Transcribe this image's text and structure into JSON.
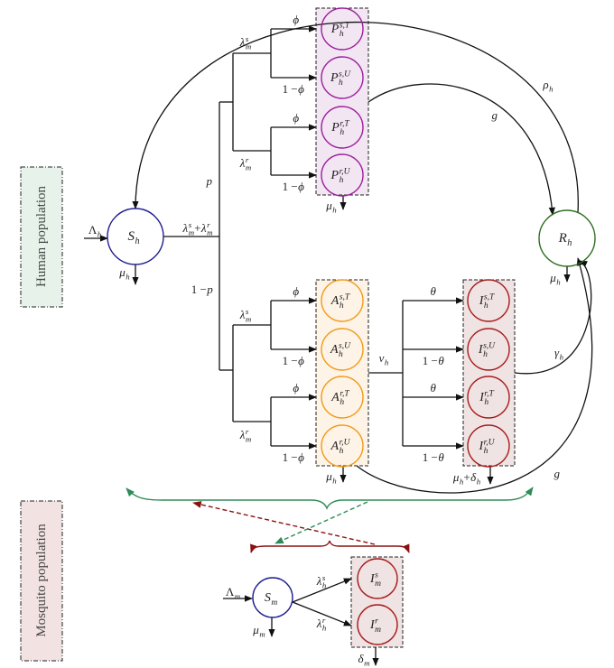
{
  "population_labels": {
    "human": "Human population",
    "mosquito": "Mosquito population"
  },
  "colors": {
    "susceptible": "#1f1f8f",
    "protected": "#9c1f9c",
    "asymptomatic": "#f29a1a",
    "infected": "#a51d1d",
    "recovered": "#2c6e1e",
    "green_link": "#2e8b57",
    "red_link": "#8b1010",
    "human_box_fill": "#e6f2ea",
    "mosquito_box_fill": "#f2e2e2",
    "protected_fill": "#f3e6f3",
    "asymptomatic_fill": "#fdf3e6",
    "infected_fill": "#f0e3e3"
  },
  "nodes": [
    {
      "id": "Sh",
      "parts": [
        {
          "t": "S",
          "sub": "h"
        }
      ]
    },
    {
      "id": "PsT",
      "parts": [
        {
          "t": "P",
          "sub": "h",
          "sup": "s,T"
        }
      ]
    },
    {
      "id": "PsU",
      "parts": [
        {
          "t": "P",
          "sub": "h",
          "sup": "s,U"
        }
      ]
    },
    {
      "id": "PrT",
      "parts": [
        {
          "t": "P",
          "sub": "h",
          "sup": "r,T"
        }
      ]
    },
    {
      "id": "PrU",
      "parts": [
        {
          "t": "P",
          "sub": "h",
          "sup": "r,U"
        }
      ]
    },
    {
      "id": "AsT",
      "parts": [
        {
          "t": "A",
          "sub": "h",
          "sup": "s,T"
        }
      ]
    },
    {
      "id": "AsU",
      "parts": [
        {
          "t": "A",
          "sub": "h",
          "sup": "s,U"
        }
      ]
    },
    {
      "id": "ArT",
      "parts": [
        {
          "t": "A",
          "sub": "h",
          "sup": "r,T"
        }
      ]
    },
    {
      "id": "ArU",
      "parts": [
        {
          "t": "A",
          "sub": "h",
          "sup": "r,U"
        }
      ]
    },
    {
      "id": "IsT",
      "parts": [
        {
          "t": "I",
          "sub": "h",
          "sup": "s,T"
        }
      ]
    },
    {
      "id": "IsU",
      "parts": [
        {
          "t": "I",
          "sub": "h",
          "sup": "s,U"
        }
      ]
    },
    {
      "id": "IrT",
      "parts": [
        {
          "t": "I",
          "sub": "h",
          "sup": "r,T"
        }
      ]
    },
    {
      "id": "IrU",
      "parts": [
        {
          "t": "I",
          "sub": "h",
          "sup": "r,U"
        }
      ]
    },
    {
      "id": "Rh",
      "parts": [
        {
          "t": "R",
          "sub": "h"
        }
      ]
    },
    {
      "id": "Sm",
      "parts": [
        {
          "t": "S",
          "sub": "m"
        }
      ]
    },
    {
      "id": "Ims",
      "parts": [
        {
          "t": "I",
          "sub": "m",
          "sup": "s"
        }
      ]
    },
    {
      "id": "Imr",
      "parts": [
        {
          "t": "I",
          "sub": "m",
          "sup": "r"
        }
      ]
    }
  ],
  "edge_labels": [
    {
      "id": "Lh",
      "parts": [
        {
          "t": "Λ",
          "sub": "h",
          "up": true
        }
      ]
    },
    {
      "id": "muSh",
      "parts": [
        {
          "t": "μ",
          "sub": "h"
        }
      ]
    },
    {
      "id": "force",
      "parts": [
        {
          "t": "λ",
          "sub": "m",
          "sup": "s"
        },
        {
          "t": " + ",
          "up": true
        },
        {
          "t": "λ",
          "sub": "m",
          "sup": "r"
        }
      ]
    },
    {
      "id": "p",
      "parts": [
        {
          "t": "p"
        }
      ]
    },
    {
      "id": "oneminusp",
      "parts": [
        {
          "t": "1 − ",
          "up": true
        },
        {
          "t": "p"
        }
      ]
    },
    {
      "id": "lsTop",
      "parts": [
        {
          "t": "λ",
          "sub": "m",
          "sup": "s"
        }
      ]
    },
    {
      "id": "lrTop",
      "parts": [
        {
          "t": "λ",
          "sub": "m",
          "sup": "r"
        }
      ]
    },
    {
      "id": "phi1",
      "parts": [
        {
          "t": "ϕ"
        }
      ]
    },
    {
      "id": "omphi1",
      "parts": [
        {
          "t": "1 − ",
          "up": true
        },
        {
          "t": "ϕ"
        }
      ]
    },
    {
      "id": "phi2",
      "parts": [
        {
          "t": "ϕ"
        }
      ]
    },
    {
      "id": "omphi2",
      "parts": [
        {
          "t": "1 − ",
          "up": true
        },
        {
          "t": "ϕ"
        }
      ]
    },
    {
      "id": "muP",
      "parts": [
        {
          "t": "μ",
          "sub": "h"
        }
      ]
    },
    {
      "id": "lsBot",
      "parts": [
        {
          "t": "λ",
          "sub": "m",
          "sup": "s"
        }
      ]
    },
    {
      "id": "lrBot",
      "parts": [
        {
          "t": "λ",
          "sub": "m",
          "sup": "r"
        }
      ]
    },
    {
      "id": "phi3",
      "parts": [
        {
          "t": "ϕ"
        }
      ]
    },
    {
      "id": "omphi3",
      "parts": [
        {
          "t": "1 − ",
          "up": true
        },
        {
          "t": "ϕ"
        }
      ]
    },
    {
      "id": "phi4",
      "parts": [
        {
          "t": "ϕ"
        }
      ]
    },
    {
      "id": "omphi4",
      "parts": [
        {
          "t": "1 − ",
          "up": true
        },
        {
          "t": "ϕ"
        }
      ]
    },
    {
      "id": "muA",
      "parts": [
        {
          "t": "μ",
          "sub": "h"
        }
      ]
    },
    {
      "id": "nu",
      "parts": [
        {
          "t": "ν",
          "sub": "h"
        }
      ]
    },
    {
      "id": "th1",
      "parts": [
        {
          "t": "θ"
        }
      ]
    },
    {
      "id": "omth1",
      "parts": [
        {
          "t": "1 − ",
          "up": true
        },
        {
          "t": "θ"
        }
      ]
    },
    {
      "id": "th2",
      "parts": [
        {
          "t": "θ"
        }
      ]
    },
    {
      "id": "omth2",
      "parts": [
        {
          "t": "1 − ",
          "up": true
        },
        {
          "t": "θ"
        }
      ]
    },
    {
      "id": "muI",
      "parts": [
        {
          "t": "μ",
          "sub": "h"
        },
        {
          "t": " + ",
          "up": true
        },
        {
          "t": "δ",
          "sub": "h"
        }
      ]
    },
    {
      "id": "rho",
      "parts": [
        {
          "t": "ρ",
          "sub": "h"
        }
      ]
    },
    {
      "id": "gP",
      "parts": [
        {
          "t": "g"
        }
      ]
    },
    {
      "id": "gamma",
      "parts": [
        {
          "t": "γ",
          "sub": "h"
        }
      ]
    },
    {
      "id": "gA",
      "parts": [
        {
          "t": "g"
        }
      ]
    },
    {
      "id": "muR",
      "parts": [
        {
          "t": "μ",
          "sub": "h"
        }
      ]
    },
    {
      "id": "Lm",
      "parts": [
        {
          "t": "Λ",
          "sub": "m",
          "up": true
        }
      ]
    },
    {
      "id": "muSm",
      "parts": [
        {
          "t": "μ",
          "sub": "m"
        }
      ]
    },
    {
      "id": "lhs",
      "parts": [
        {
          "t": "λ",
          "sub": "h",
          "sup": "s"
        }
      ]
    },
    {
      "id": "lhr",
      "parts": [
        {
          "t": "λ",
          "sub": "h",
          "sup": "r"
        }
      ]
    },
    {
      "id": "dm",
      "parts": [
        {
          "t": "δ",
          "sub": "m"
        }
      ]
    }
  ]
}
